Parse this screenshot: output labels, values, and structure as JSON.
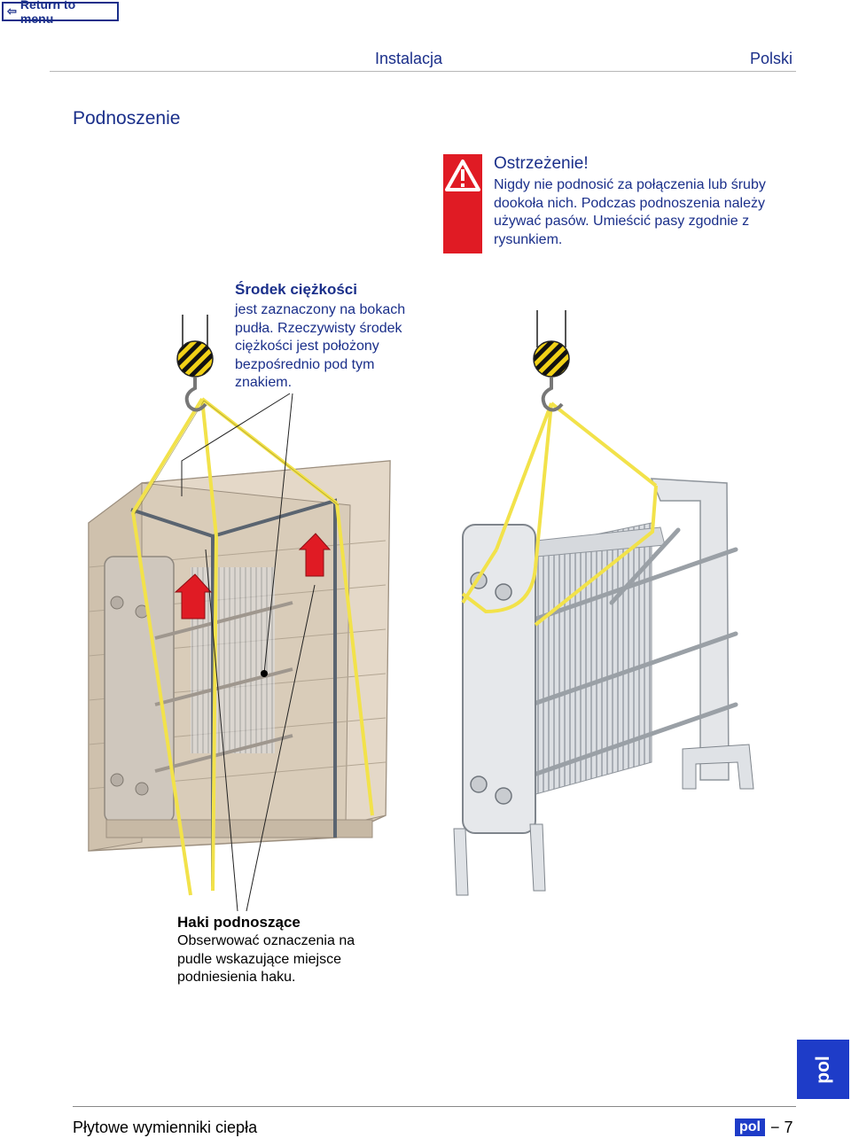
{
  "nav": {
    "return_label": "Return to menu"
  },
  "header": {
    "section": "Instalacja",
    "language": "Polski"
  },
  "page": {
    "title": "Podnoszenie"
  },
  "warning": {
    "title": "Ostrzeżenie!",
    "text": "Nigdy nie podnosić za połączenia lub śruby dookoła nich. Podczas podnoszenia należy używać pasów. Umieścić pasy zgodnie z rysunkiem."
  },
  "center_of_gravity": {
    "title": "Środek ciężkości",
    "text": "jest zaznaczony na bokach pudła. Rzeczywisty środek ciężkości jest położony bezpośrednio pod tym znakiem."
  },
  "lifting_hooks": {
    "title": "Haki podnoszące",
    "text": "Obserwować oznaczenia na pudle wskazujące miejsce podniesienia haku."
  },
  "side_tab": {
    "label": "pol"
  },
  "footer": {
    "document": "Płytowe wymienniki ciepła",
    "lang_tag": "pol",
    "page_number": "− 7"
  },
  "colors": {
    "accent": "#1a2f8a",
    "tab_blue": "#1e3cc8",
    "warning_red": "#e01b24",
    "strap_yellow": "#f2e24a",
    "crate": "#e4d8c8"
  }
}
